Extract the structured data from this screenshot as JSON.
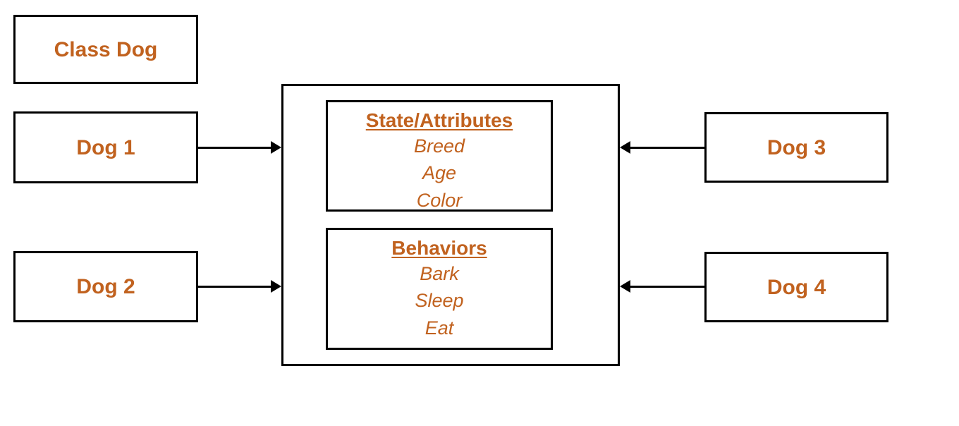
{
  "diagram": {
    "title_box": {
      "label": "Class Dog"
    },
    "class_container": {
      "compartments": [
        {
          "title": "State/Attributes",
          "items": [
            "Breed",
            "Age",
            "Color"
          ]
        },
        {
          "title": "Behaviors",
          "items": [
            "Bark",
            "Sleep",
            "Eat"
          ]
        }
      ]
    },
    "instances_left": [
      {
        "label": "Dog 1"
      },
      {
        "label": "Dog 2"
      }
    ],
    "instances_right": [
      {
        "label": "Dog 3"
      },
      {
        "label": "Dog 4"
      }
    ],
    "colors": {
      "text_accent": "#c1621f",
      "stroke": "#000000",
      "background": "#ffffff"
    }
  }
}
